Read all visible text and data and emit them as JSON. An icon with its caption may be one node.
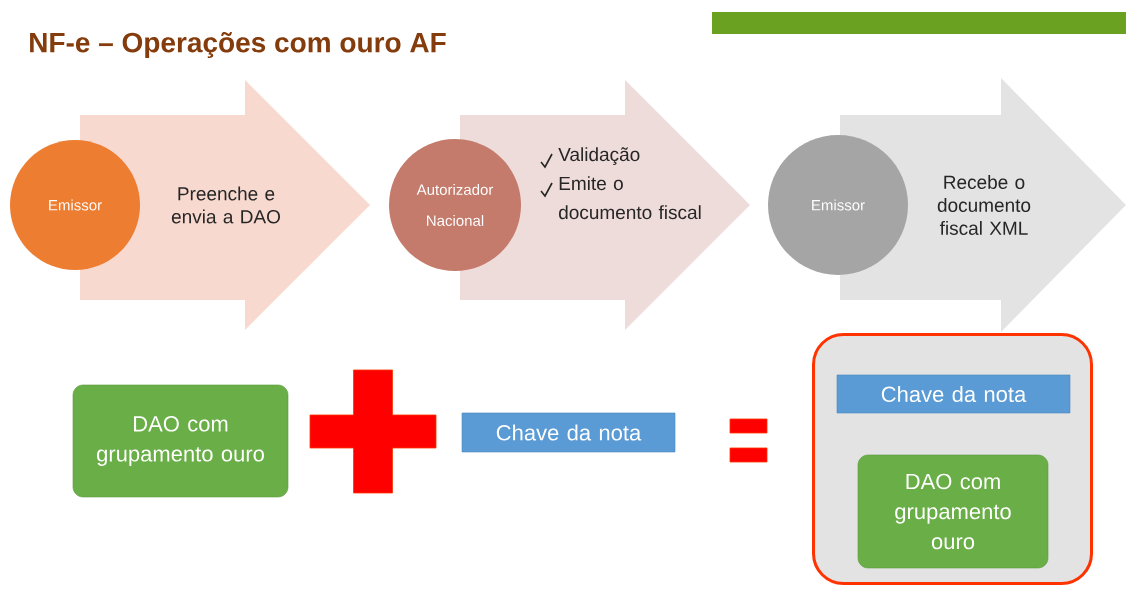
{
  "diagram": {
    "title": "NF-e – Operações com ouro AF",
    "nodes": [
      {
        "text": [],
        "shape": "bar"
      },
      {
        "text": [
          "Preenche e envia a DAO"
        ]
      },
      {
        "text": [
          "Emissor"
        ]
      },
      {
        "text": [
          "Validação",
          "Emite o documento fiscal"
        ]
      },
      {
        "text": [
          "Autorizador Nacional"
        ]
      },
      {
        "text": [
          "Recebe o documento fiscal XML"
        ]
      },
      {
        "text": [
          "Emissor"
        ]
      },
      {
        "text": [
          "DAO com grupamento ouro"
        ]
      },
      {
        "text": [],
        "shape": "plus"
      },
      {
        "text": [
          "Chave da nota"
        ]
      },
      {
        "text": [],
        "shape": "equals"
      },
      {
        "text": [],
        "shape": "box"
      },
      {
        "text": [
          "Chave da nota"
        ],
        "in": 11
      },
      {
        "text": [
          "DAO com grupamento ouro"
        ],
        "in": 11
      }
    ]
  }
}
